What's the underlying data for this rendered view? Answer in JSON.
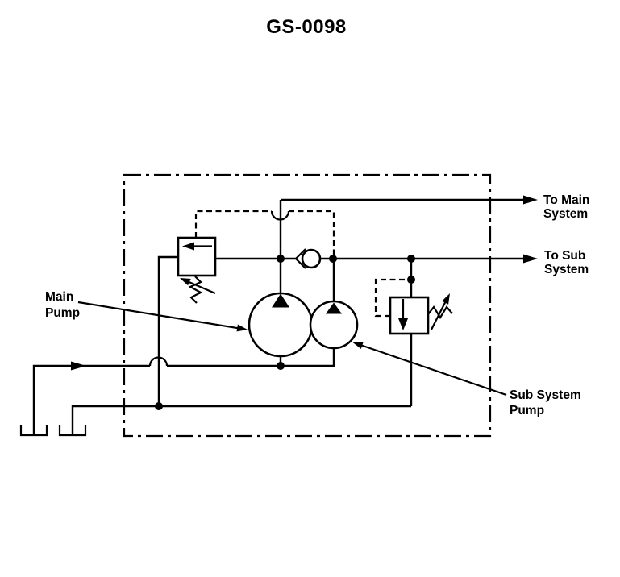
{
  "title": "GS-0098",
  "labels": {
    "to_main_system": {
      "line1": "To Main",
      "line2": "System"
    },
    "to_sub_system": {
      "line1": "To Sub",
      "line2": "System"
    },
    "main_pump": {
      "line1": "Main",
      "line2": "Pump"
    },
    "sub_system_pump": {
      "line1": "Sub System",
      "line2": "Pump"
    }
  },
  "components": [
    "enclosure-boundary",
    "relief-valve-symbol",
    "check-valve-symbol",
    "main-pump-symbol",
    "sub-pump-symbol",
    "pressure-valve-symbol",
    "reservoir-symbol-1",
    "reservoir-symbol-2"
  ],
  "colors": {
    "line": "#000000",
    "background": "#ffffff"
  }
}
